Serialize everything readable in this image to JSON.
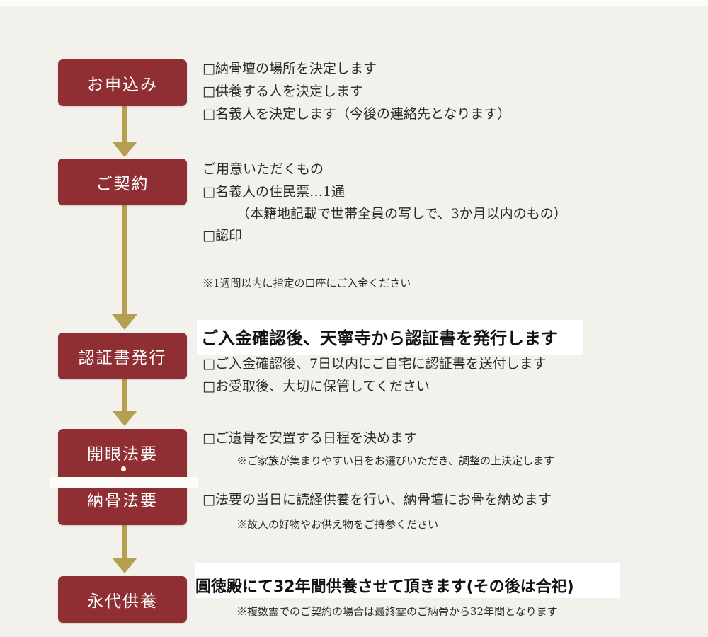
{
  "steps": [
    {
      "label": "お申込み"
    },
    {
      "label": "ご契約"
    },
    {
      "label": "認証書発行"
    },
    {
      "label": "開眼法要"
    },
    {
      "label": "納骨法要"
    },
    {
      "label": "永代供養"
    }
  ],
  "colors": {
    "step_box": "#8f2f33",
    "arrow": "#b4a050",
    "background": "#f2f1ec"
  },
  "sections": {
    "application": {
      "items": [
        "□納骨壇の場所を決定します",
        "□供養する人を決定します",
        "□名義人を決定します（今後の連絡先となります）"
      ]
    },
    "contract": {
      "heading": "ご用意いただくもの",
      "item1": "□名義人の住民票…1通",
      "item1_note": "（本籍地記載で世帯全員の写しで、3か月以内のもの）",
      "item2": "□認印",
      "payment_note": "※1週間以内に指定の口座にご入金ください"
    },
    "certificate": {
      "banner": "ご入金確認後、天寧寺から認証書を発行します",
      "items": [
        "□ご入金確認後、7日以内にご自宅に認証書を送付します",
        "□お受取後、大切に保管してください"
      ]
    },
    "eye_opening": {
      "item": "□ご遺骨を安置する日程を決めます",
      "note": "※ご家族が集まりやすい日をお選びいただき、調整の上決定します"
    },
    "interment": {
      "item": "□法要の当日に読経供養を行い、納骨壇にお骨を納めます",
      "note": "※故人の好物やお供え物をご持参ください"
    },
    "perpetual": {
      "banner": "圓徳殿にて32年間供養させて頂きます(その後は合祀)",
      "note": "※複数霊でのご契約の場合は最終霊のご納骨から32年間となります"
    }
  }
}
